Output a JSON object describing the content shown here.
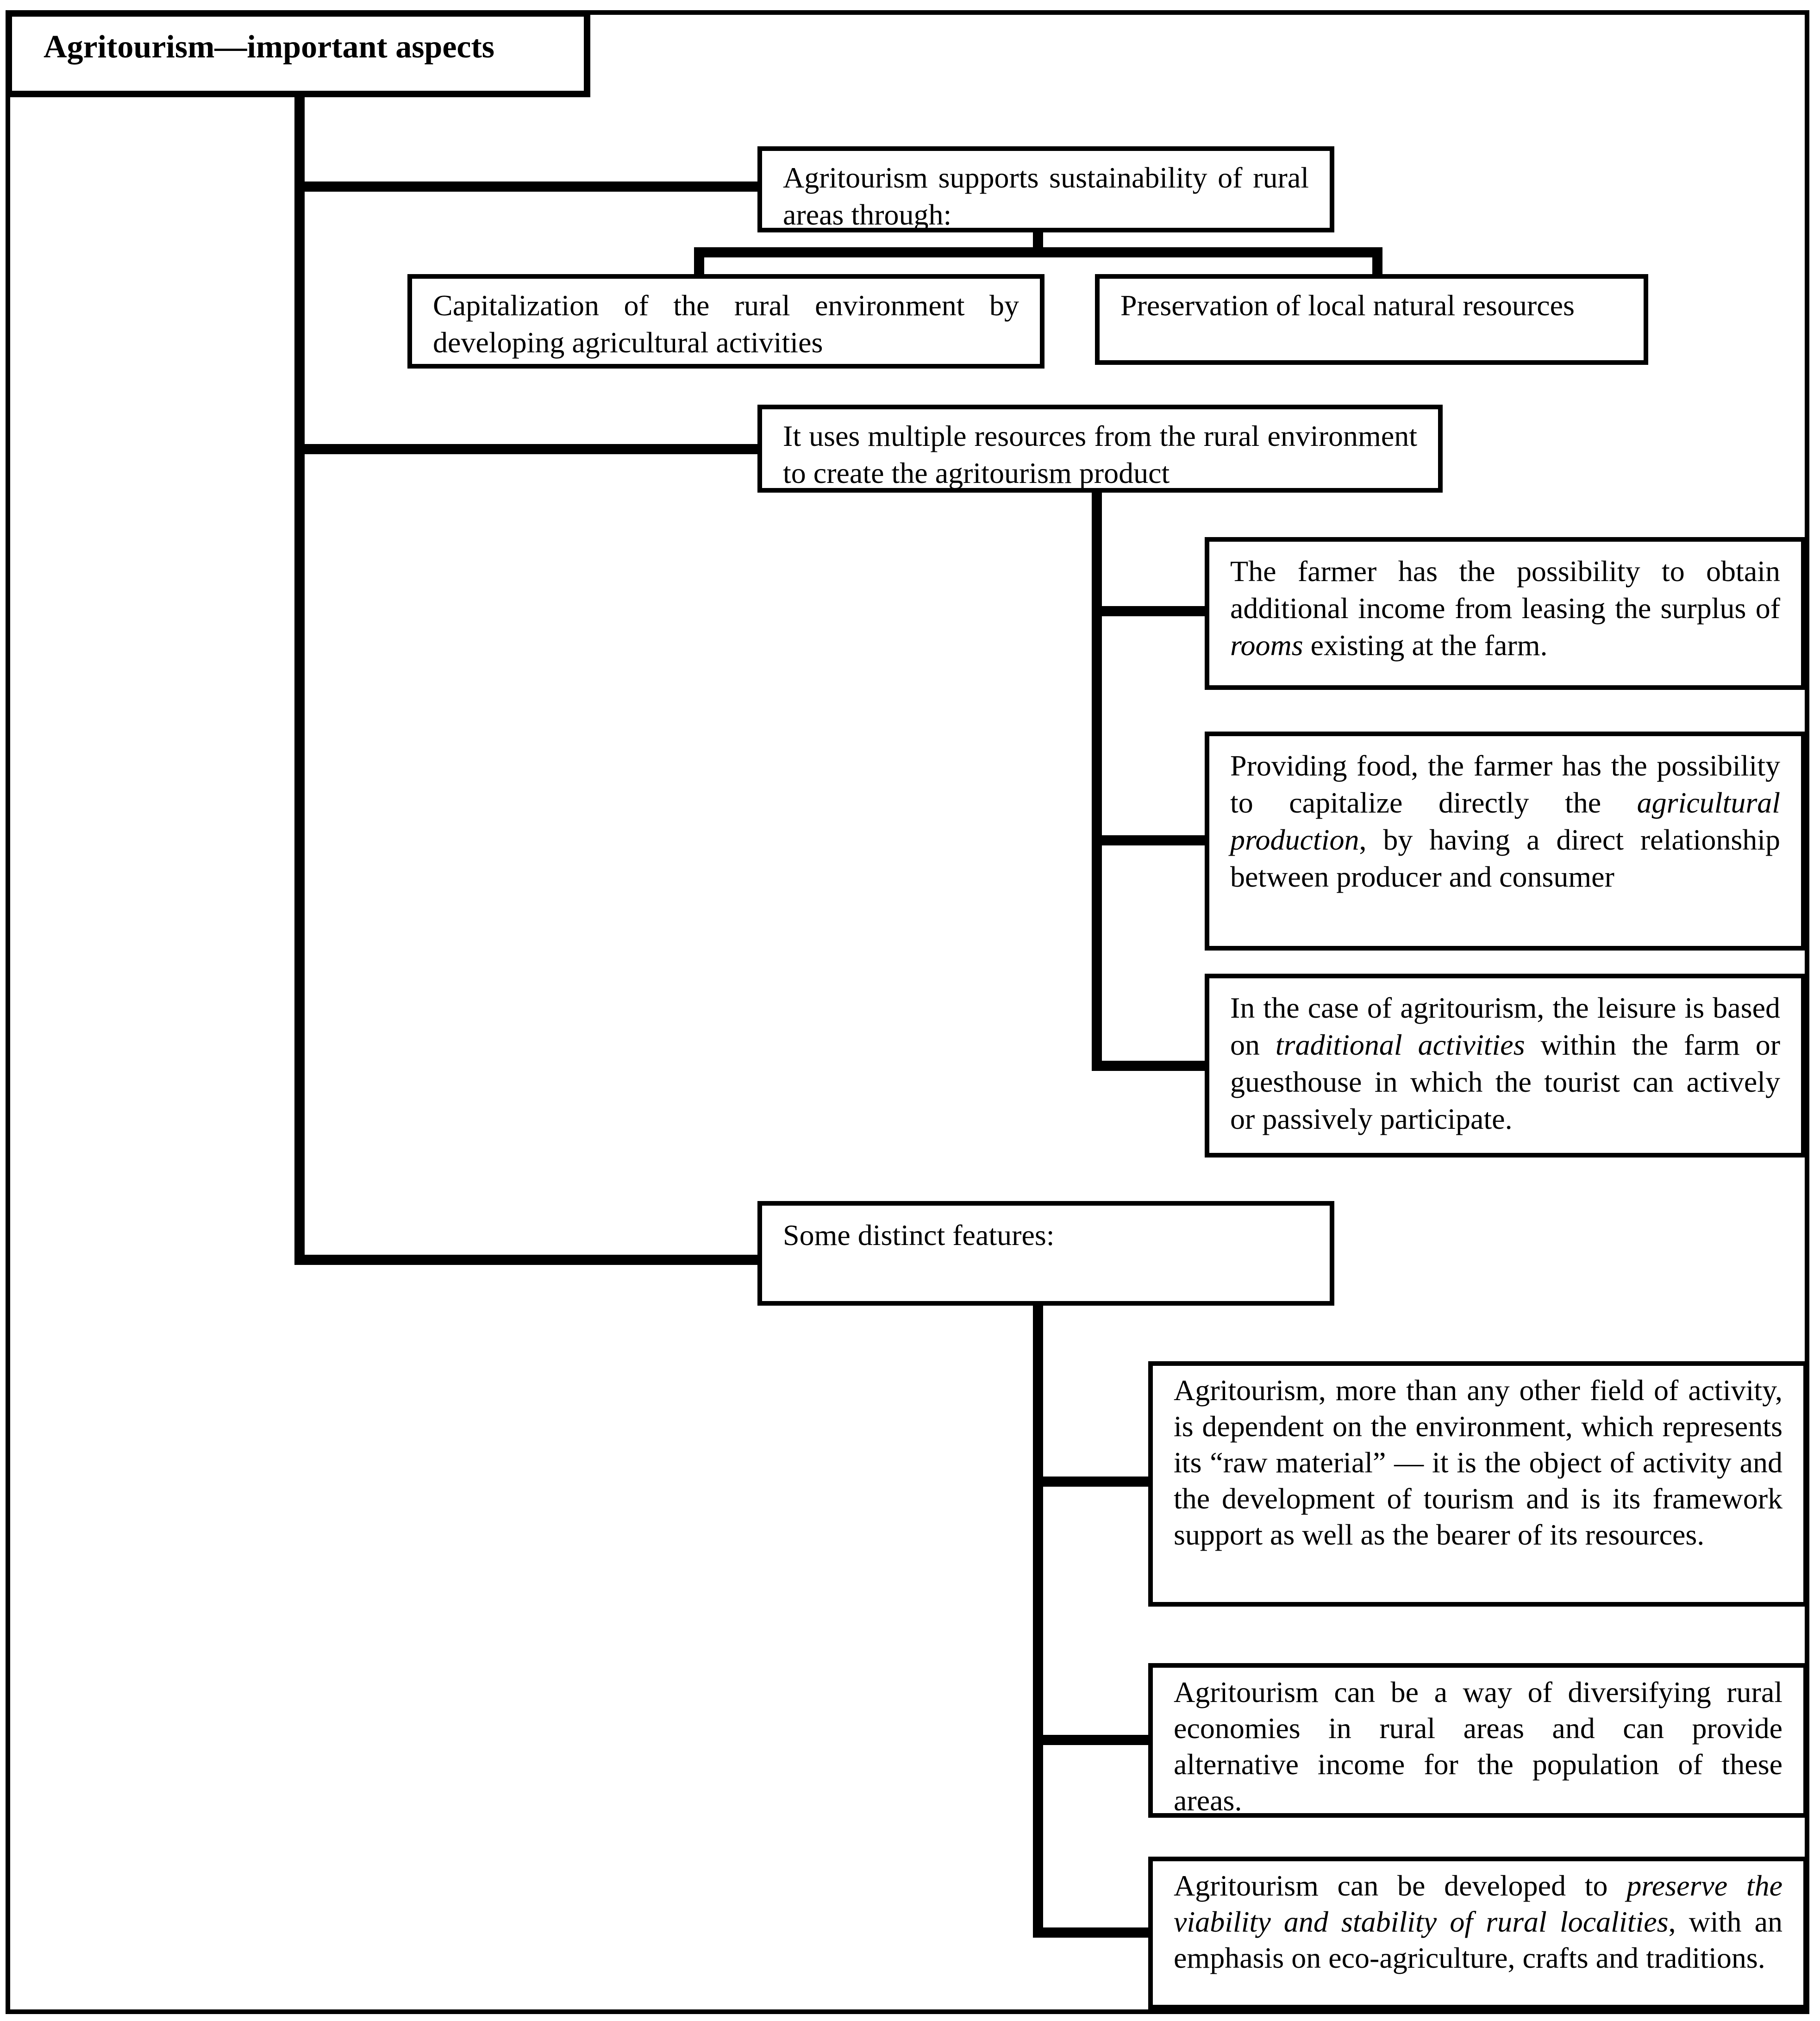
{
  "colors": {
    "line": "#000000",
    "background": "#ffffff"
  },
  "title": "Agritourism—important aspects",
  "nodes": {
    "sustainability": {
      "segments": [
        {
          "t": "Agritourism supports sustainability of rural areas through:"
        }
      ]
    },
    "capitalization": {
      "segments": [
        {
          "t": "Capitalization of the rural environment by developing agricultural activities"
        }
      ]
    },
    "preservation": {
      "segments": [
        {
          "t": "Preservation of local natural resources"
        }
      ]
    },
    "multiple_resources": {
      "segments": [
        {
          "t": "It uses multiple resources from the rural environment to create the agritourism product"
        }
      ]
    },
    "farmer_rooms": {
      "segments": [
        {
          "t": "The farmer has the possibility to obtain additional income from leasing the surplus of "
        },
        {
          "t": "rooms",
          "i": true
        },
        {
          "t": " existing at the farm."
        }
      ]
    },
    "providing_food": {
      "segments": [
        {
          "t": "Providing food, the farmer has the possibility to capitalize directly the "
        },
        {
          "t": "agricultural production",
          "i": true
        },
        {
          "t": ", by having a direct relationship between producer and consumer"
        }
      ]
    },
    "leisure": {
      "segments": [
        {
          "t": "In the case of agritourism, the leisure is based on "
        },
        {
          "t": "traditional activities",
          "i": true
        },
        {
          "t": " within the farm or guesthouse in which the tourist can actively or passively participate."
        }
      ]
    },
    "distinct_features": {
      "segments": [
        {
          "t": "Some distinct features:"
        }
      ]
    },
    "feature_environment": {
      "segments": [
        {
          "t": "Agritourism, more than any other field of activity, is dependent on the environment, which represents its “raw material” — it is the object of activity and the development of tourism and is its framework support as well as the bearer of its resources."
        }
      ]
    },
    "feature_diversifying": {
      "segments": [
        {
          "t": "Agritourism can be a way of diversifying rural economies in rural areas and can provide alternative income for the population of these areas."
        }
      ]
    },
    "feature_preserve": {
      "segments": [
        {
          "t": "Agritourism can be developed to "
        },
        {
          "t": "preserve the viability and stability of rural localities",
          "i": true
        },
        {
          "t": ", with an emphasis on eco-agriculture, crafts and traditions."
        }
      ]
    }
  }
}
